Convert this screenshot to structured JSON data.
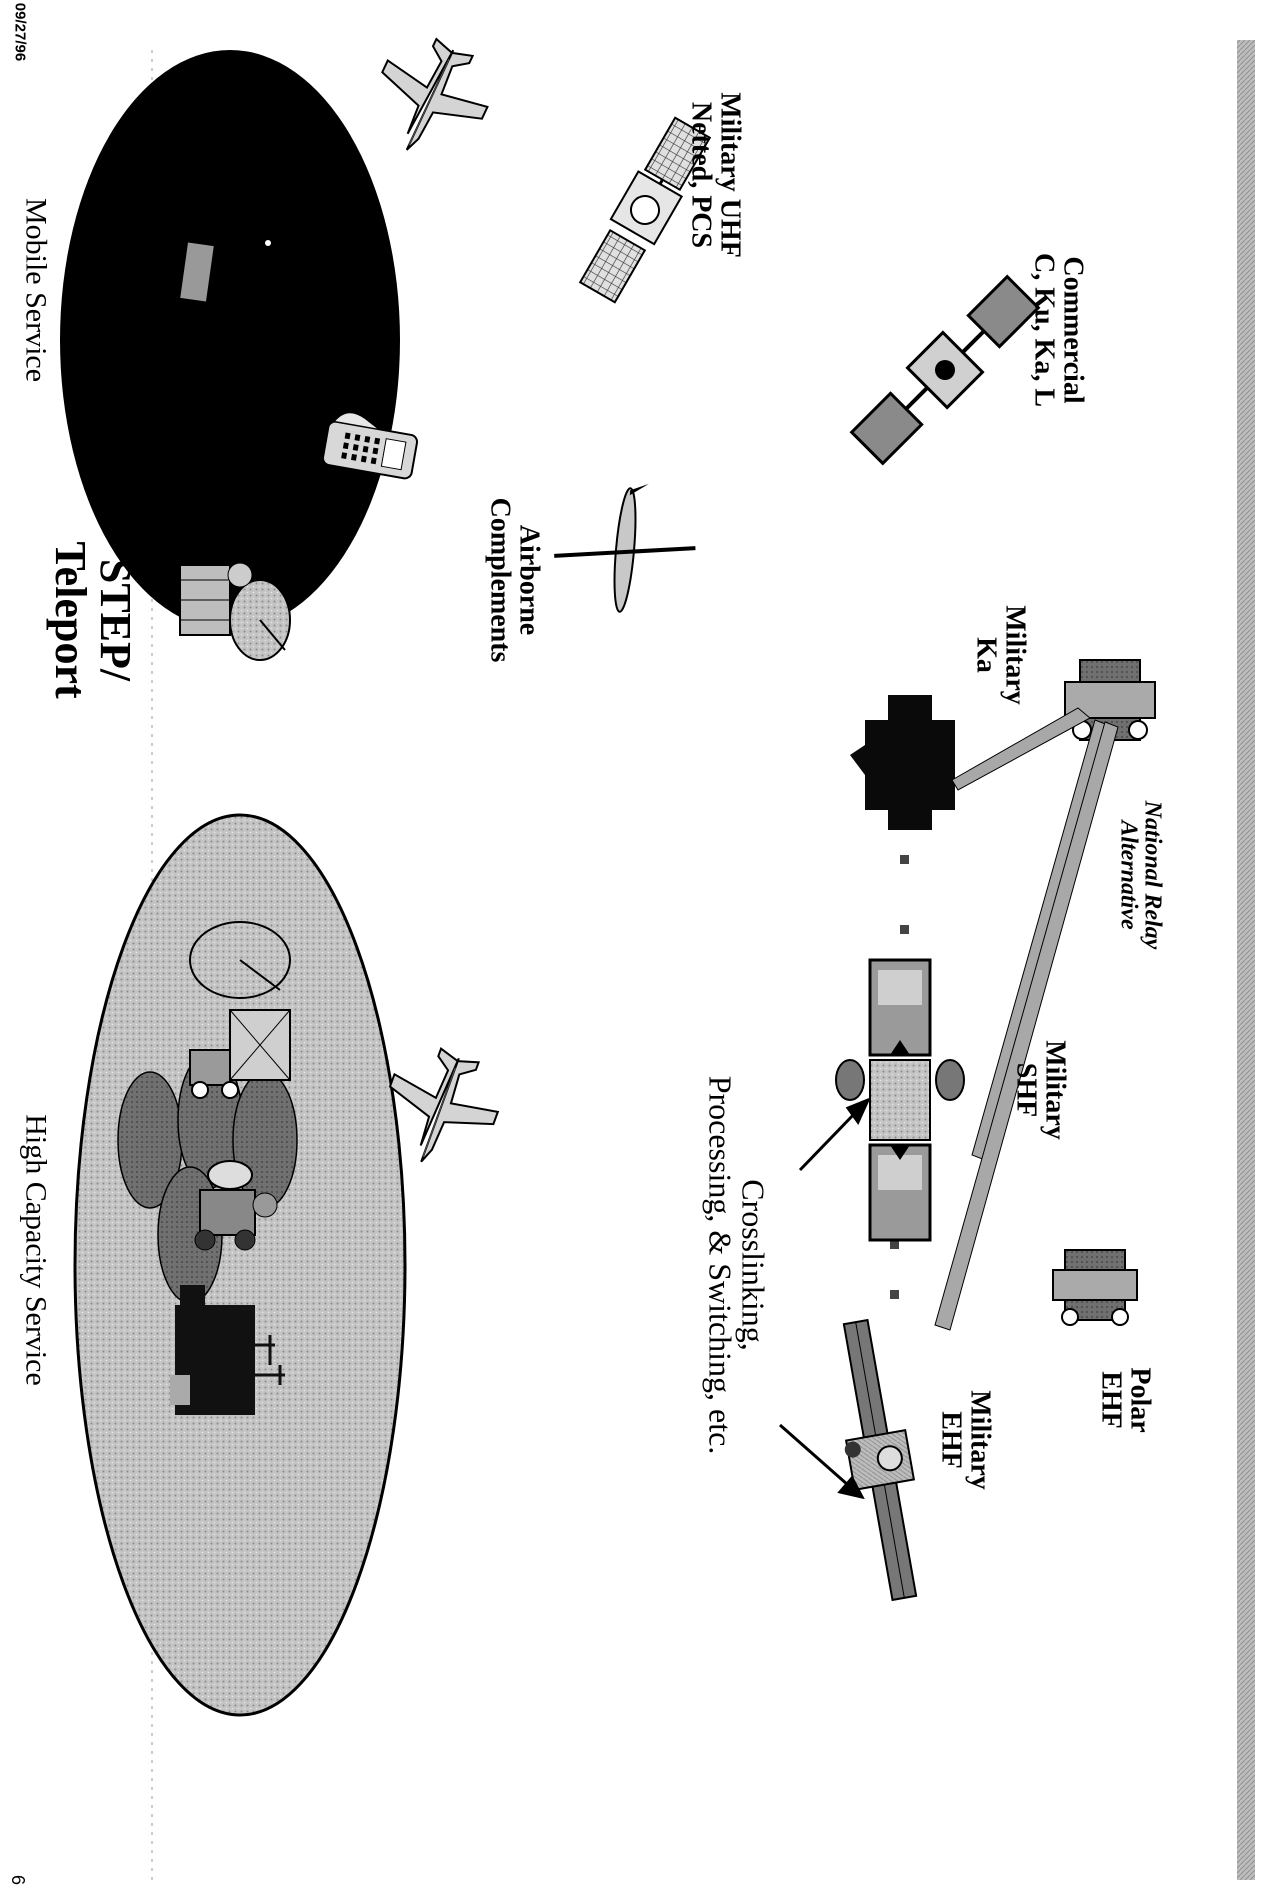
{
  "date": "09/27/96",
  "page_number": "6",
  "labels": {
    "commercial": [
      "Commercial",
      "C, Ku, Ka, L"
    ],
    "military_uhf": [
      "Military UHF",
      "Netted, PCS"
    ],
    "airborne": [
      "Airborne",
      "Complements"
    ],
    "step": [
      "STEP/",
      "Teleport"
    ],
    "military_ka": [
      "Military",
      "Ka"
    ],
    "national_relay": [
      "National Relay",
      "Alternative"
    ],
    "military_shf": [
      "Military",
      "SHF"
    ],
    "polar_ehf": [
      "Polar",
      "EHF"
    ],
    "military_ehf": [
      "Military",
      "EHF"
    ],
    "crosslinking": [
      "Crosslinking,",
      "Processing, & Switching, etc."
    ],
    "mobile_service": "Mobile Service",
    "high_capacity_service": "High Capacity Service"
  },
  "icons": [
    "satellite-icon",
    "fighter-jet-icon",
    "airborne-aircraft-icon",
    "ground-terminal-icon",
    "handheld-phone-icon",
    "ship-icon",
    "vehicle-icon"
  ],
  "colors": {
    "mobile_ellipse": "#000000",
    "capacity_ellipse": "#bdbdbd",
    "beam": "#a8a8a8",
    "header_bar": "#b5b5b5"
  }
}
